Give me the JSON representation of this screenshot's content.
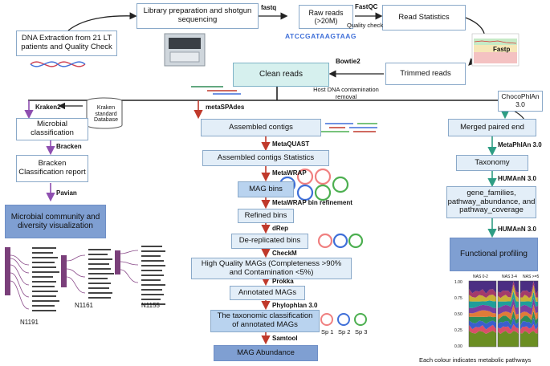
{
  "top": {
    "dna_extraction": "DNA Extraction from 21 LT patients and Quality Check",
    "library_prep": "Library preparation and shotgun sequencing",
    "raw_reads": "Raw reads (>20M)",
    "read_statistics": "Read Statistics",
    "trimmed_reads": "Trimmed reads",
    "clean_reads": "Clean reads",
    "dna_sequence": "ATCCGATAAGTAAG",
    "host_removal": "Host DNA contamination removal"
  },
  "tools": {
    "fastq": "fastq",
    "fastqc": "FastQC",
    "quality_check": "Quality check",
    "fastp": "Fastp",
    "bowtie2": "Bowtie2",
    "kraken2": "Kraken2",
    "metaspades": "metaSPAdes",
    "bracken": "Bracken",
    "pavian": "Pavian",
    "metaquast": "MetaQUAST",
    "metawrap": "MetaWRAP",
    "metawrap_refinement": "MetaWRAP bin refinement",
    "drep": "dRep",
    "checkm": "CheckM",
    "prokka": "Prokka",
    "phylophlan": "Phylophlan 3.0",
    "samtool": "Samtool",
    "metaphlan": "MetaPhlAn 3.0",
    "humann_1": "HUMAnN 3.0",
    "humann_2": "HUMAnN 3.0"
  },
  "left": {
    "kraken_db": "Kraken standard Database",
    "microbial_classification": "Microbial classification",
    "bracken_report": "Bracken Classification report",
    "community": "Microbial community and diversity visualization",
    "samples": [
      "N1191",
      "N1161",
      "N1155"
    ]
  },
  "middle": {
    "assembled_contigs": "Assembled contigs",
    "contig_stats": "Assembled contigs Statistics",
    "mag_bins": "MAG bins",
    "refined_bins": "Refined bins",
    "dereplicated_bins": "De-replicated bins",
    "hq_mags": "High Quality MAGs (Completeness >90% and Contamination <5%)",
    "annotated_mags": "Annotated MAGs",
    "taxonomic_classification": "The taxonomic classification of annotated MAGs",
    "mag_abundance": "MAG Abundance",
    "species": [
      "Sp 1",
      "Sp 2",
      "Sp 3"
    ]
  },
  "right": {
    "chocophlan": "ChocoPhlAn 3.0",
    "merged_paired_end": "Merged paired end",
    "taxonomy": "Taxonomy",
    "gene_families": "gene_families, pathway_abundance, and pathway_coverage",
    "functional_profiling": "Functional profiling",
    "footnote": "Each colour indicates metabolic pathways"
  },
  "chart_data": {
    "type": "area",
    "title": "",
    "panels": [
      "NAS 0-2",
      "NAS 3-4",
      "NAS >=5"
    ],
    "yticks": [
      "1.00",
      "0.75",
      "0.50",
      "0.25",
      "0.00"
    ],
    "ylim": [
      0,
      1
    ],
    "series_colors": [
      "#6b8e23",
      "#d94f6a",
      "#3a5fcd",
      "#2e8b57",
      "#e07b39",
      "#7b3fa0",
      "#1f9e9a",
      "#c9b037",
      "#a33b6b",
      "#4b2e83"
    ]
  },
  "colors": {
    "kraken_arrow": "#8e4fb0",
    "metaspades_arrow": "#c0392b",
    "metaphlan_arrow": "#2e9d84",
    "ring_red": "#f08080",
    "ring_green": "#4caf50",
    "ring_blue": "#3f6fd8"
  }
}
